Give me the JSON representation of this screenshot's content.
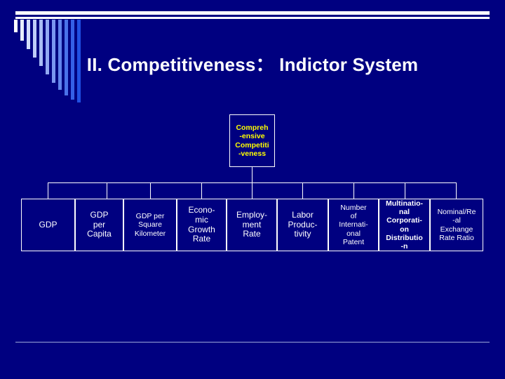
{
  "slide": {
    "title_main": "II. Competitiveness",
    "title_colon": "：",
    "title_tail": "Indictor System",
    "background_color": "#000080",
    "accent_color": "#ffff00"
  },
  "diagram": {
    "root": {
      "lines": [
        "Compreh",
        "-ensive",
        "Competiti",
        "-veness"
      ]
    },
    "leaves": [
      {
        "id": "gdp",
        "lines": [
          "GDP"
        ]
      },
      {
        "id": "gdp-capita",
        "lines": [
          "GDP",
          "per",
          "Capita"
        ]
      },
      {
        "id": "gdp-sqkm",
        "lines": [
          "GDP per",
          "Square",
          "Kilometer"
        ]
      },
      {
        "id": "growth",
        "lines": [
          "Econo-",
          "mic",
          "Growth",
          "Rate"
        ]
      },
      {
        "id": "employment",
        "lines": [
          "Employ-",
          "ment",
          "Rate"
        ]
      },
      {
        "id": "labor",
        "lines": [
          "Labor",
          "Produc-",
          "tivity"
        ]
      },
      {
        "id": "patent",
        "lines": [
          "Number",
          "of",
          "Internati-",
          "onal",
          "Patent"
        ]
      },
      {
        "id": "mnc",
        "lines": [
          "Multinatio-",
          "nal",
          "Corporati-",
          "on",
          "Distributio",
          "-n"
        ]
      },
      {
        "id": "fx",
        "lines": [
          "Nominal/Re",
          "-al",
          "Exchange",
          "Rate Ratio"
        ]
      }
    ]
  }
}
